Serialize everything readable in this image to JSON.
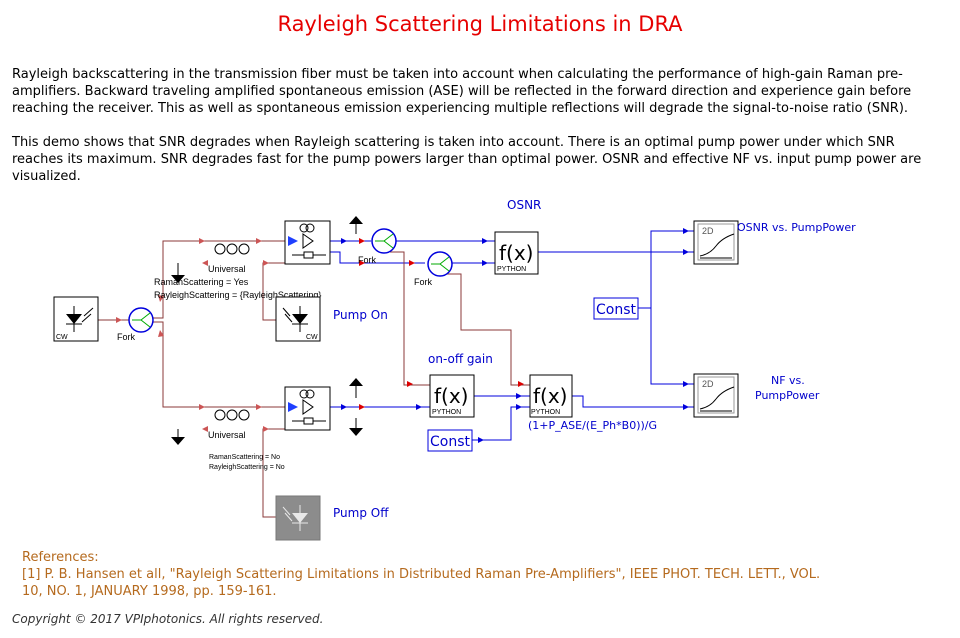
{
  "title": "Rayleigh Scattering Limitations in DRA",
  "paragraph1": "Rayleigh backscattering in the transmission fiber must be taken into account when calculating the performance of high-gain Raman pre-amplifiers. Backward traveling amplified spontaneous emission (ASE) will be reflected in the forward direction and experience gain before reaching the receiver. This as well as spontaneous emission experiencing multiple reflections will degrade the signal-to-noise ratio (SNR).",
  "paragraph2": "This demo shows that SNR degrades when Rayleigh scattering is taken into account. There is an optimal pump power under which SNR reaches its maximum. SNR degrades fast for the pump powers larger than optimal power. OSNR and effective NF vs. input pump power are visualized.",
  "diagram": {
    "cw_source_label": "CW",
    "fork_main_label": "Fork",
    "universal_top_label": "Universal",
    "universal_bottom_label": "Universal",
    "params_top_1": "RamanScattering = Yes",
    "params_top_2": "RayleighScattering = {RayleighScattering}",
    "params_bottom_1": "RamanScattering = No",
    "params_bottom_2": "RayleighScattering = No",
    "pump_on_cw_label": "CW",
    "pump_on_label": "Pump On",
    "pump_off_label": "Pump Off",
    "fork_top_label": "Fork",
    "fork_mid_label": "Fork",
    "osnr_label": "OSNR",
    "onoff_gain_label": "on-off gain",
    "fx_text": "f(x)",
    "python_text": "PYTHON",
    "const_label_1": "Const",
    "const_label_2": "Const",
    "nf_formula": "(1+P_ASE/(E_Ph*B0))/G",
    "plot_2d_text": "2D",
    "osnr_plot_label": "OSNR vs. PumpPower",
    "nf_plot_label_1": "NF vs.",
    "nf_plot_label_2": "PumpPower"
  },
  "references_heading": "References:",
  "reference_line1": "[1] P. B. Hansen et all, \"Rayleigh Scattering Limitations in Distributed Raman Pre-Amplifiers\", IEEE PHOT. TECH. LETT., VOL.",
  "reference_line2": "10, NO. 1, JANUARY 1998, pp. 159-161.",
  "copyright": "Copyright © 2017 VPIphotonics. All rights reserved."
}
